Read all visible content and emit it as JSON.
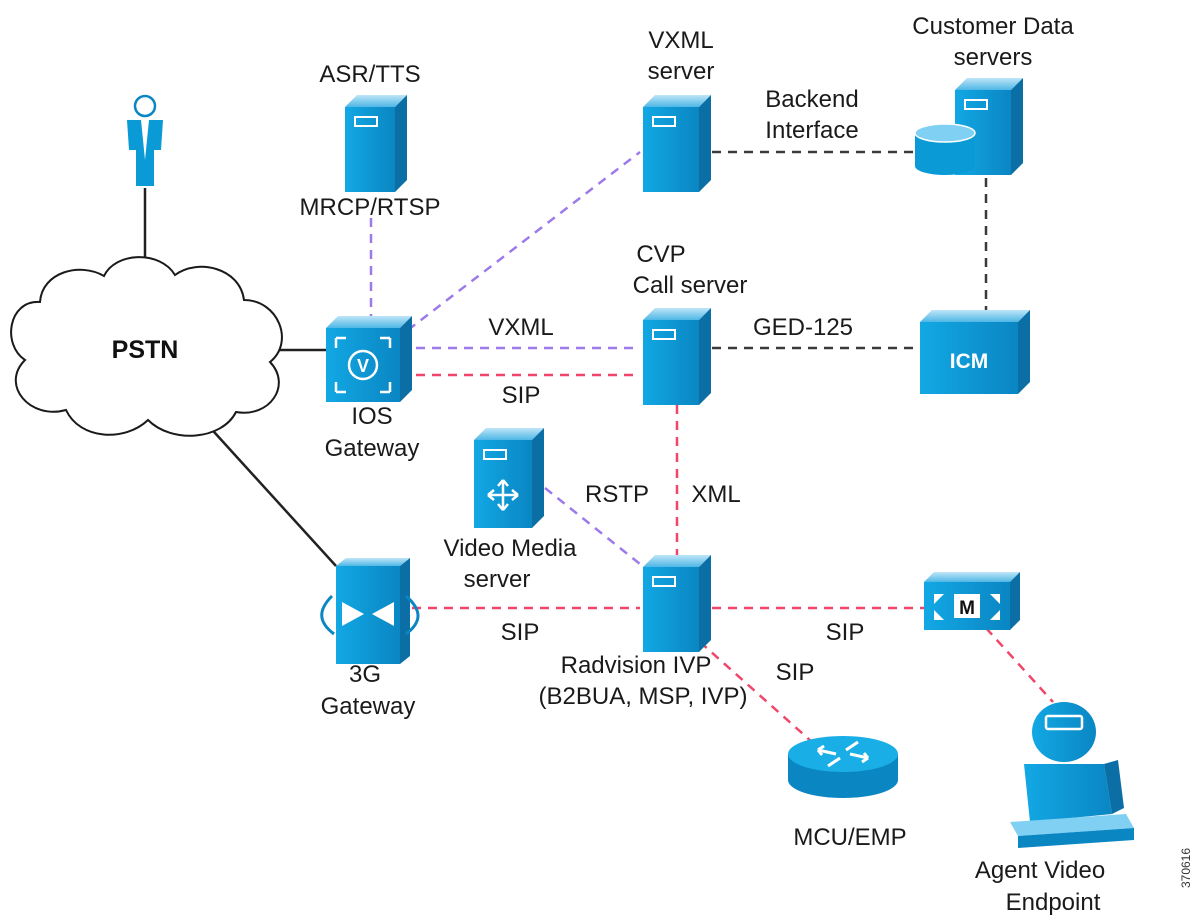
{
  "labels": {
    "asr_tts": "ASR/TTS",
    "mrcp_rtsp": "MRCP/RTSP",
    "vxml_server_1": "VXML",
    "vxml_server_2": "server",
    "customer_data_1": "Customer Data",
    "customer_data_2": "servers",
    "backend_1": "Backend",
    "backend_2": "Interface",
    "pstn": "PSTN",
    "cvp_1": "CVP",
    "cvp_2": "Call server",
    "vxml_link": "VXML",
    "ged125": "GED-125",
    "icm": "ICM",
    "sip_gw": "SIP",
    "ios_1": "IOS",
    "ios_2": "Gateway",
    "rstp": "RSTP",
    "xml": "XML",
    "video_media_1": "Video Media",
    "video_media_2": "server",
    "g3_1": "3G",
    "g3_2": "Gateway",
    "sip_3g": "SIP",
    "sip_m": "SIP",
    "radvision_1": "Radvision IVP",
    "radvision_2": "(B2BUA, MSP, IVP)",
    "sip_mcu": "SIP",
    "mcu": "MCU/EMP",
    "agent_1": "Agent Video",
    "agent_2": "Endpoint",
    "m_badge": "M",
    "v_badge": "V",
    "figure_id": "370616"
  },
  "colors": {
    "device_blue": "#0a9bd6",
    "device_dark": "#0b6fa6",
    "link_black": "#222222",
    "link_purple": "#9d7be8",
    "link_red": "#f0466a",
    "link_gray": "#3a3a3a"
  }
}
